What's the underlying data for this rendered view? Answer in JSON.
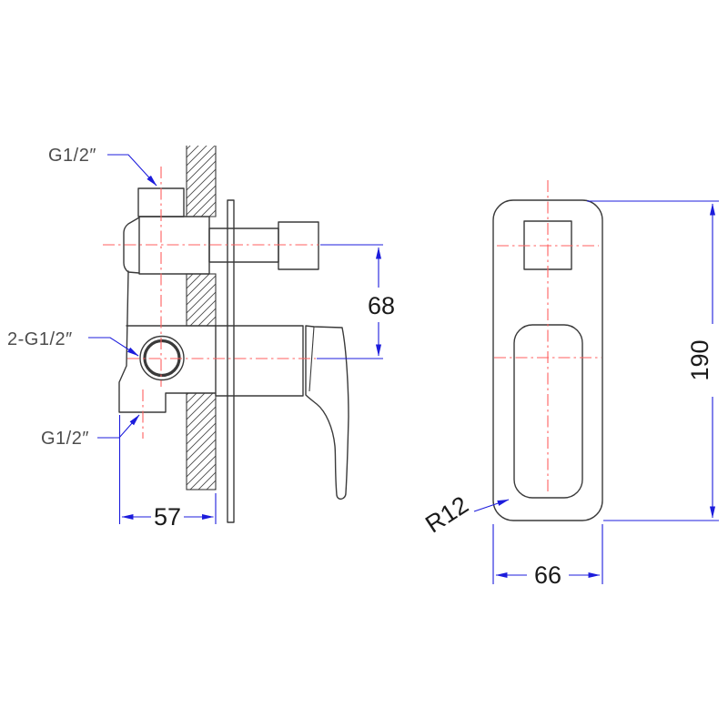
{
  "drawing": {
    "labels": {
      "top_inlet": "G1/2″",
      "side_outlets": "2-G1/2″",
      "bottom_outlet": "G1/2″"
    },
    "dimensions": {
      "depth": "57",
      "spacing": "68",
      "height": "190",
      "width": "66",
      "radius": "R12"
    },
    "colors": {
      "outline": "#3a3a3a",
      "centerline_red": "#ff5f5f",
      "dimension_blue": "#1c1cdc",
      "label_gray": "#4d4d4d",
      "background": "#ffffff"
    }
  }
}
